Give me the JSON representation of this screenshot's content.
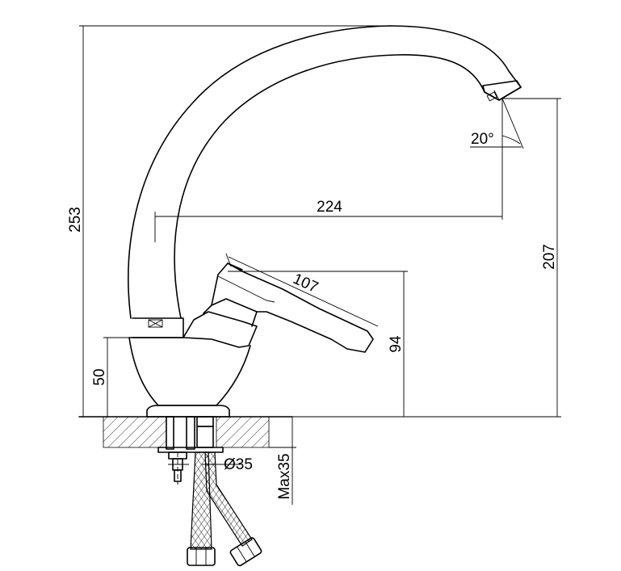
{
  "dimensions": {
    "total_height": "253",
    "spout_outlet_height": "207",
    "spout_reach": "224",
    "lever_length": "107",
    "lever_height": "94",
    "body_height": "50",
    "angle": "20°",
    "mount_hole_diameter": "Ø35",
    "max_countertop_thickness": "Max35"
  }
}
